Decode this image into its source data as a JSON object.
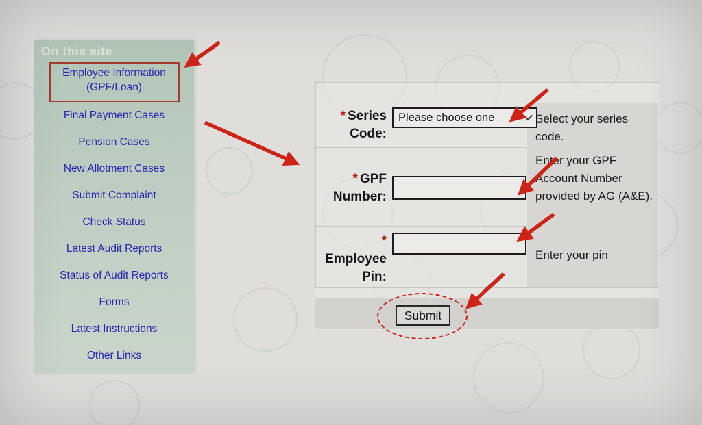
{
  "sidebar": {
    "title": "On this site",
    "highlighted_item": "Employee Information (GPF/Loan)",
    "items": [
      "Final Payment Cases",
      "Pension Cases",
      "New Allotment Cases",
      "Submit Complaint",
      "Check Status",
      "Latest Audit Reports",
      "Status of Audit Reports",
      "Forms",
      "Latest Instructions",
      "Other Links"
    ]
  },
  "form": {
    "required_marker": "*",
    "series": {
      "label": "Series Code:",
      "value": "Please choose one",
      "help": "Select your series code."
    },
    "gpf": {
      "label": "GPF Number:",
      "value": "",
      "help": "Enter your GPF Account Number provided by AG (A&E)."
    },
    "pin": {
      "label": "Employee Pin:",
      "value": "",
      "help": "Enter your pin"
    },
    "submit_label": "Submit"
  },
  "icons": {
    "dropdown_chevron": "chevron-down"
  },
  "colors": {
    "annotation_red": "#ce2418",
    "link_blue": "#2626b2",
    "required_red": "#c1140c",
    "sidebar_green": "#bccdc1",
    "help_column_gray": "#d7d6d3"
  }
}
